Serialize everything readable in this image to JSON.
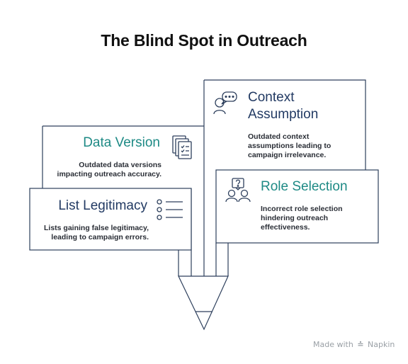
{
  "title": "The Blind Spot in Outreach",
  "colors": {
    "teal": "#1e8a85",
    "navy": "#223a63",
    "stroke": "#2d3f5c"
  },
  "cards": {
    "context": {
      "title_line1": "Context",
      "title_line2": "Assumption",
      "desc_line1": "Outdated context",
      "desc_line2": "assumptions leading to",
      "desc_line3": "campaign irrelevance.",
      "icon": "chat-person-icon"
    },
    "data_version": {
      "title": "Data Version",
      "desc_line1": "Outdated data versions",
      "desc_line2": "impacting outreach accuracy.",
      "icon": "stacked-documents-icon"
    },
    "role_selection": {
      "title": "Role Selection",
      "desc_line1": "Incorrect role selection",
      "desc_line2": "hindering outreach",
      "desc_line3": "effectiveness.",
      "icon": "question-people-icon"
    },
    "list_legitimacy": {
      "title": "List Legitimacy",
      "desc_line1": "Lists gaining false legitimacy,",
      "desc_line2": "leading to campaign errors.",
      "icon": "bulleted-list-icon"
    }
  },
  "footer": {
    "made_with": "Made with",
    "brand": "Napkin"
  }
}
